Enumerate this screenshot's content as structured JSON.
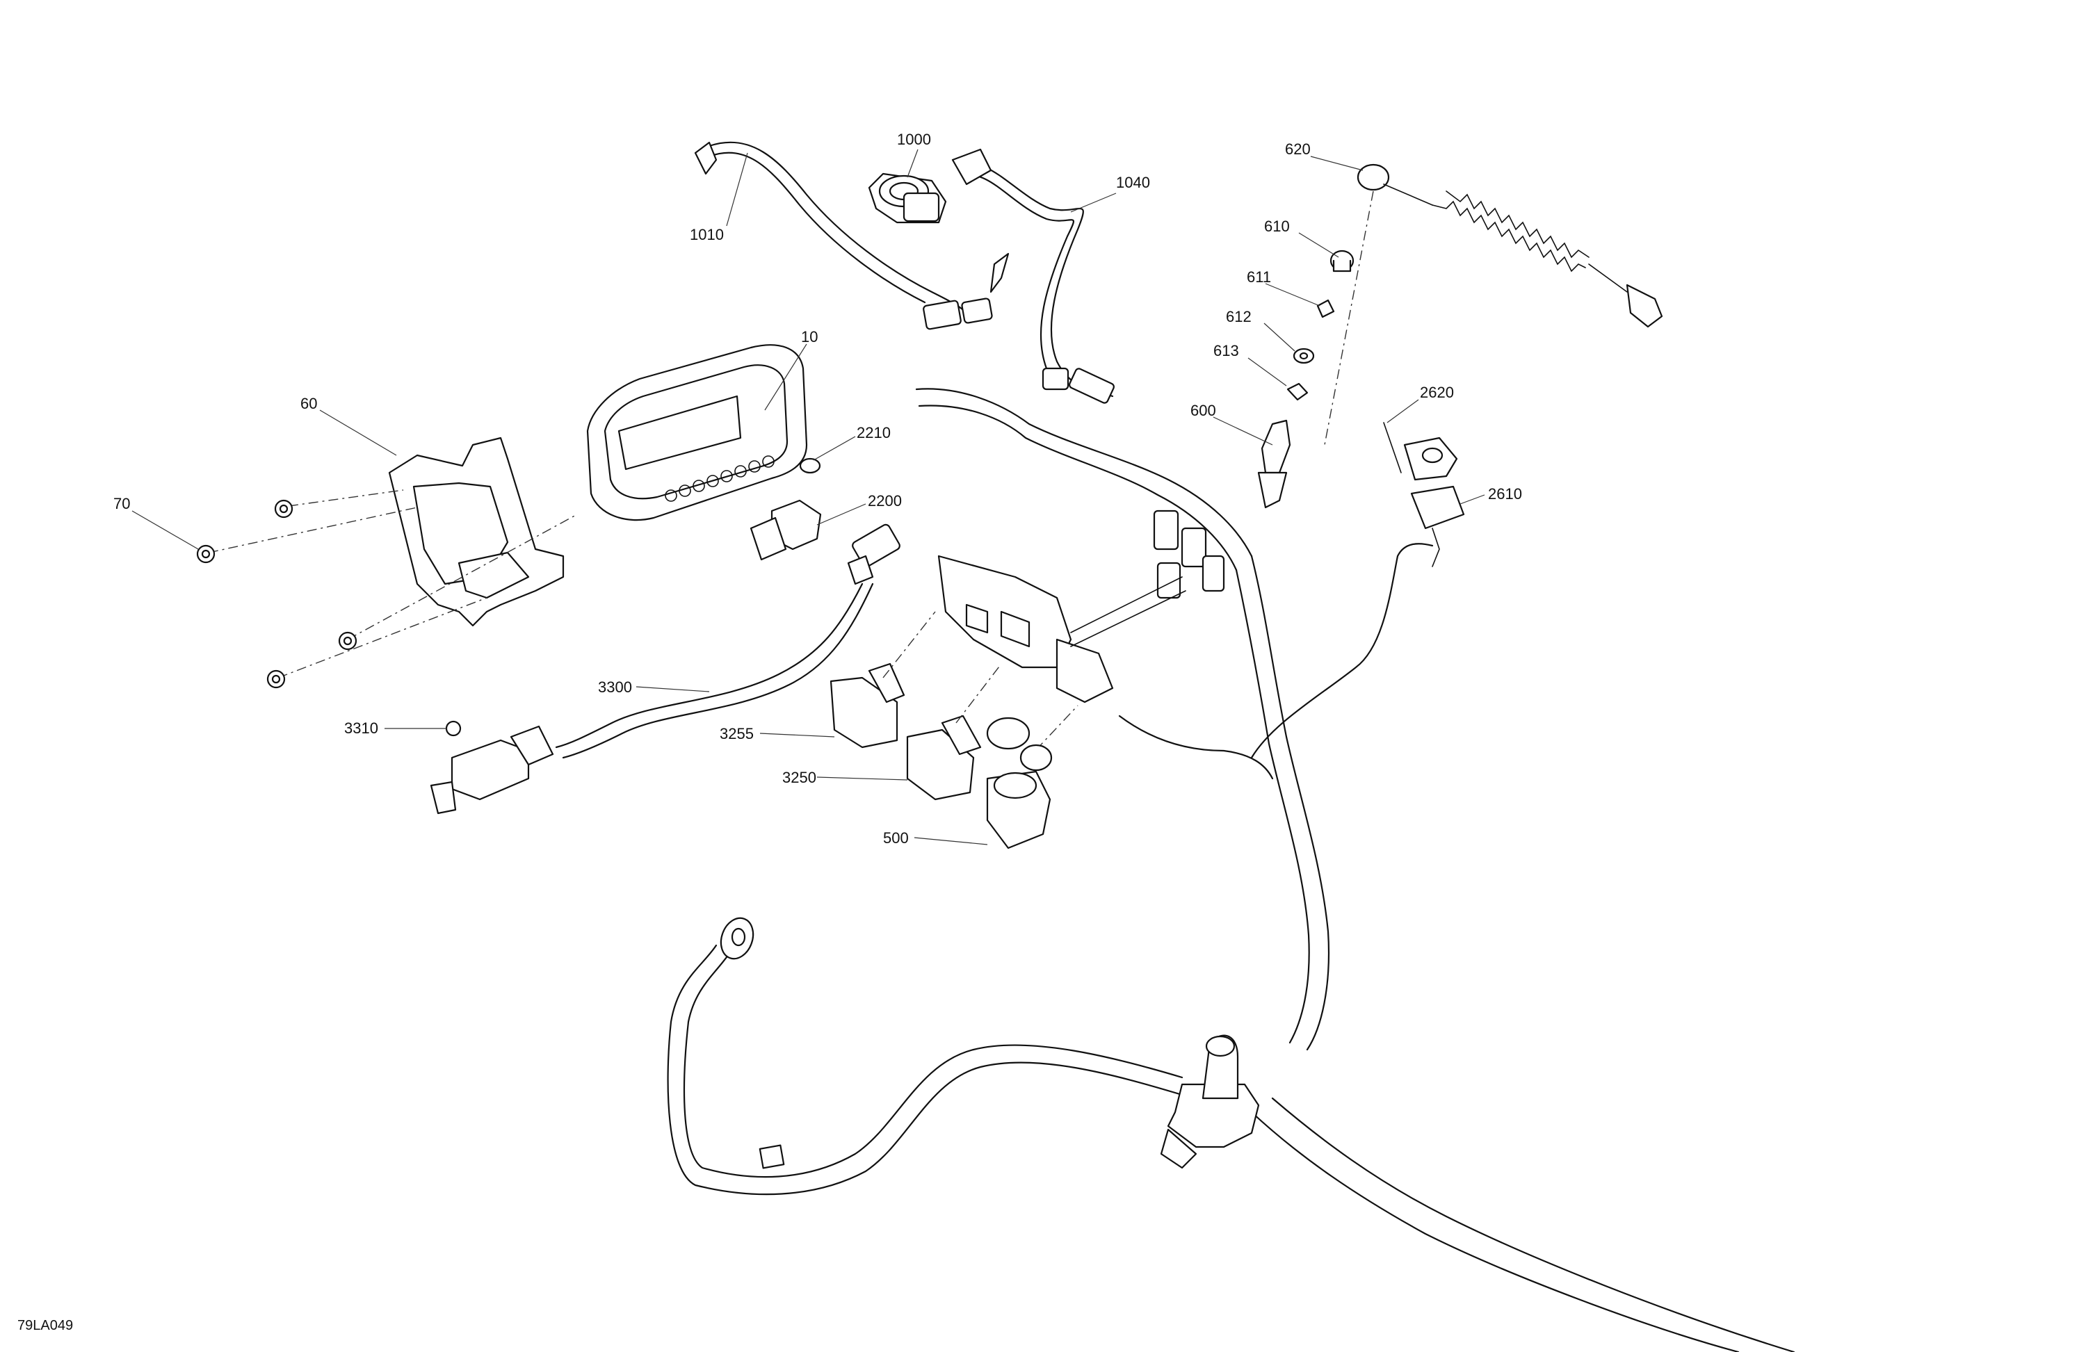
{
  "drawing_ref": "79LA049",
  "callouts": [
    {
      "id": "c1000",
      "label": "1000"
    },
    {
      "id": "c1010",
      "label": "1010"
    },
    {
      "id": "c1040",
      "label": "1040"
    },
    {
      "id": "c620",
      "label": "620"
    },
    {
      "id": "c610",
      "label": "610"
    },
    {
      "id": "c611",
      "label": "611"
    },
    {
      "id": "c612",
      "label": "612"
    },
    {
      "id": "c613",
      "label": "613"
    },
    {
      "id": "c600",
      "label": "600"
    },
    {
      "id": "c10",
      "label": "10"
    },
    {
      "id": "c60",
      "label": "60"
    },
    {
      "id": "c70",
      "label": "70"
    },
    {
      "id": "c2210",
      "label": "2210"
    },
    {
      "id": "c2200",
      "label": "2200"
    },
    {
      "id": "c2620",
      "label": "2620"
    },
    {
      "id": "c2610",
      "label": "2610"
    },
    {
      "id": "c3300",
      "label": "3300"
    },
    {
      "id": "c3310",
      "label": "3310"
    },
    {
      "id": "c3255",
      "label": "3255"
    },
    {
      "id": "c3250",
      "label": "3250"
    },
    {
      "id": "c500",
      "label": "500"
    }
  ]
}
